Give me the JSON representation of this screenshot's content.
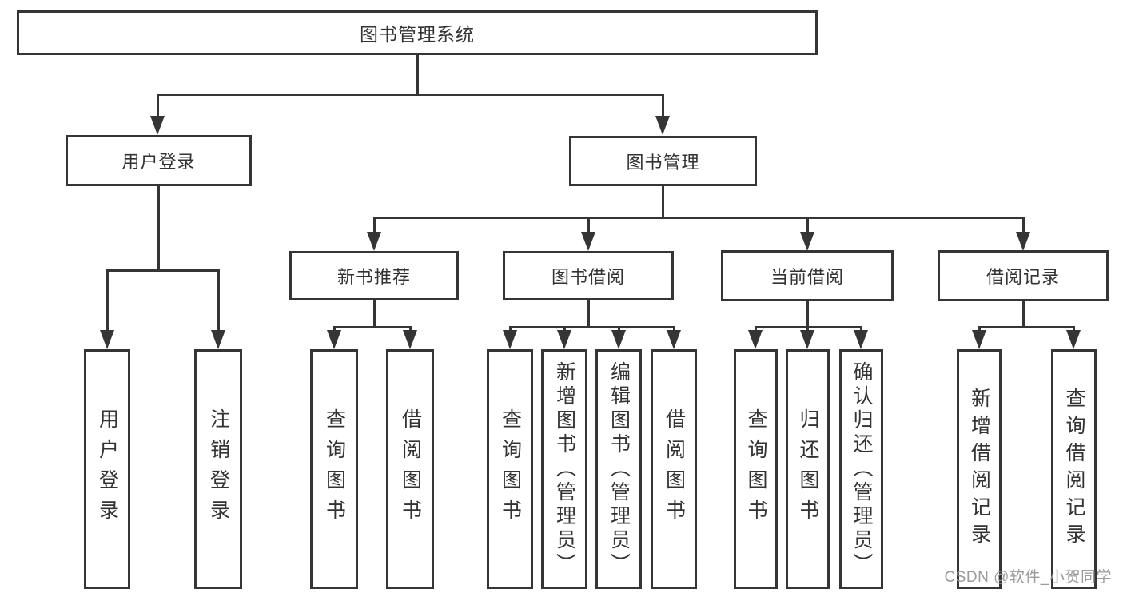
{
  "watermark": "CSDN @软件_小贺同学",
  "colors": {
    "line": "#353535",
    "text": "#333333",
    "watermark": "#9b9b9b",
    "background": "#ffffff"
  },
  "tree": {
    "root": {
      "label": "图书管理系统"
    },
    "level2": [
      {
        "label": "用户登录",
        "children": [
          {
            "label": "用户登录"
          },
          {
            "label": "注销登录"
          }
        ]
      },
      {
        "label": "图书管理",
        "children": [
          {
            "label": "新书推荐",
            "children": [
              {
                "label": "查询图书"
              },
              {
                "label": "借阅图书"
              }
            ]
          },
          {
            "label": "图书借阅",
            "children": [
              {
                "label": "查询图书"
              },
              {
                "label": "新增图书（管理员）"
              },
              {
                "label": "编辑图书（管理员）"
              },
              {
                "label": "借阅图书"
              }
            ]
          },
          {
            "label": "当前借阅",
            "children": [
              {
                "label": "查询图书"
              },
              {
                "label": "归还图书"
              },
              {
                "label": "确认归还（管理员）"
              }
            ]
          },
          {
            "label": "借阅记录",
            "children": [
              {
                "label": "新增借阅记录"
              },
              {
                "label": "查询借阅记录"
              }
            ]
          }
        ]
      }
    ]
  }
}
